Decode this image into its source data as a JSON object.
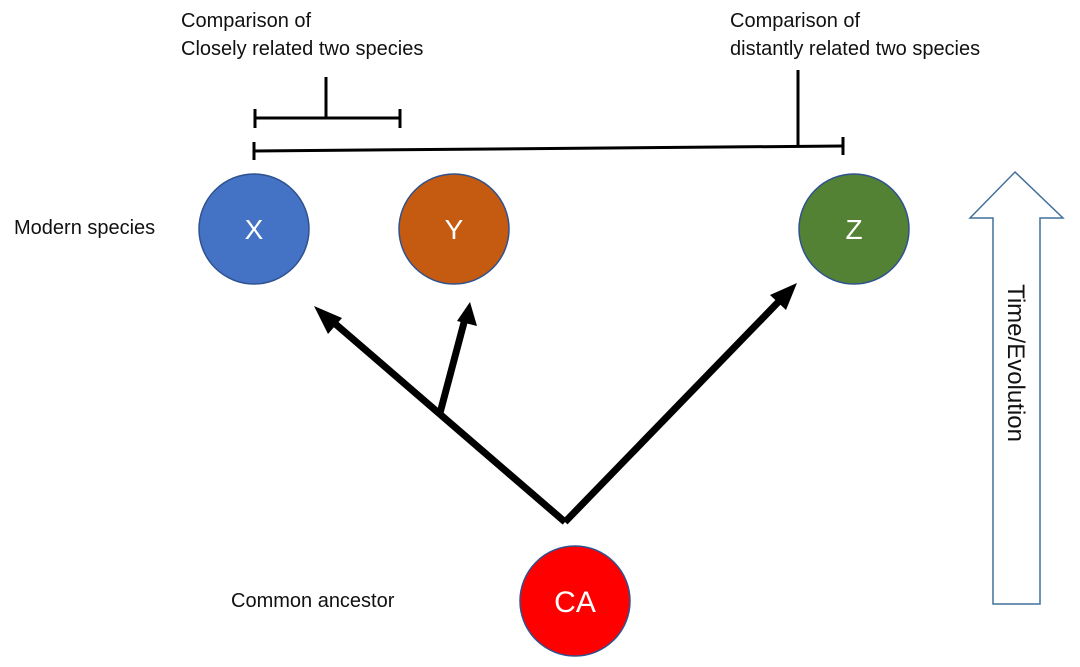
{
  "comparisons": {
    "close": {
      "line1": "Comparison of",
      "line2": "Closely related two species"
    },
    "distant": {
      "line1": "Comparison of",
      "line2": "distantly related two species"
    }
  },
  "labels": {
    "modern_species": "Modern species",
    "common_ancestor": "Common ancestor",
    "time_axis": "Time/Evolution"
  },
  "nodes": {
    "x": {
      "label": "X",
      "color": "#4472C4"
    },
    "y": {
      "label": "Y",
      "color": "#C55A11"
    },
    "z": {
      "label": "Z",
      "color": "#548235"
    },
    "ca": {
      "label": "CA",
      "color": "#FF0000"
    }
  },
  "colors": {
    "arrow": "#000000",
    "time_arrow_stroke": "#41719C",
    "node_stroke": "#2F528F"
  }
}
